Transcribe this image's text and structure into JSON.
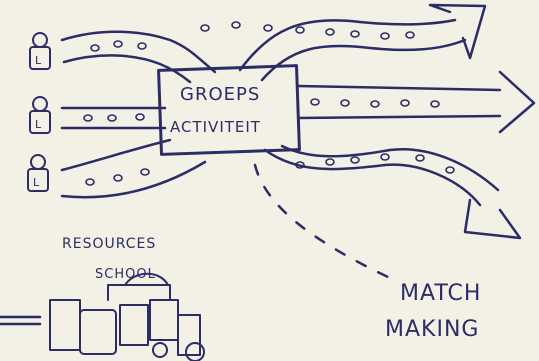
{
  "center_box": {
    "line1": "GROEPS",
    "line2": "ACTIVITEIT"
  },
  "resources_label": {
    "line1": "RESOURCES",
    "line2": "SCHOOL"
  },
  "matchmaking_label": {
    "line1": "MATCH",
    "line2": "MAKING"
  },
  "person_marker": "L",
  "colors": {
    "ink": "#2c2d66",
    "paper": "#f3f0e6"
  }
}
